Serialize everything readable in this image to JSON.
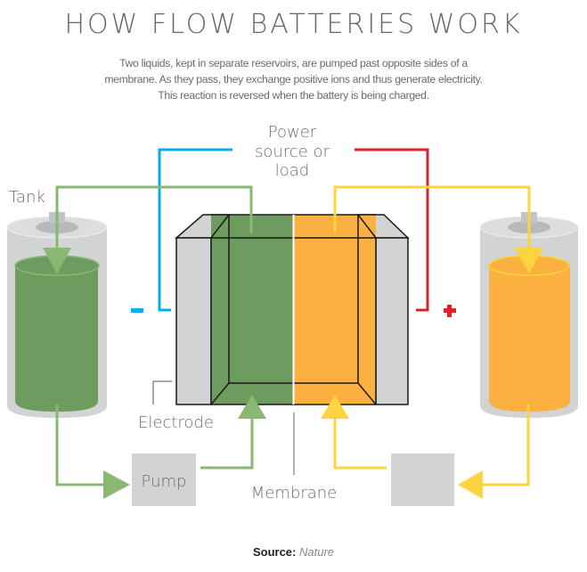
{
  "title": "HOW FLOW BATTERIES WORK",
  "subtitle": [
    "Two liquids, kept in separate reservoirs, are pumped past opposite sides of a",
    "membrane. As they pass, they exchange positive ions and thus generate electricity.",
    "This reaction is reversed when the battery is being charged."
  ],
  "labels": {
    "power_source": [
      "Power",
      "source or",
      "load"
    ],
    "tank": "Tank",
    "electrode": "Electrode",
    "pump": "Pump",
    "membrane": "Membrane",
    "negative_sign": "-",
    "positive_sign": "+"
  },
  "source": {
    "label": "Source:",
    "value": "Nature"
  },
  "colors": {
    "negative_electrolyte": "#6e9b5e",
    "negative_pipe": "#8ab873",
    "positive_electrolyte": "#fbb040",
    "positive_pipe": "#fdd33f",
    "negative_wire": "#00aeef",
    "positive_wire": "#d7232a",
    "gray_part": "#d1d3d4"
  }
}
